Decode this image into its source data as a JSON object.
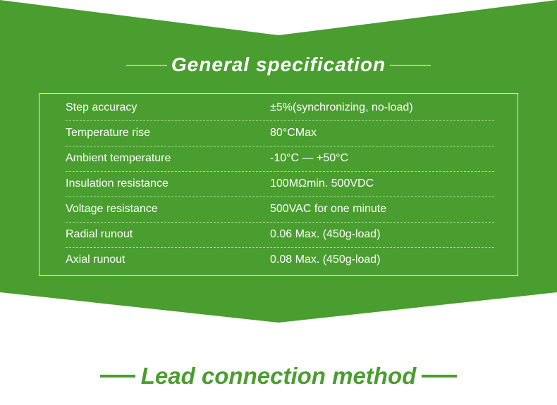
{
  "colors": {
    "brand_green": "#4a9e2f",
    "text_white": "#ffffff"
  },
  "general_specification": {
    "title": "General specification",
    "rows": [
      {
        "label": "Step accuracy",
        "value": "±5%(synchronizing, no-load)"
      },
      {
        "label": "Temperature rise",
        "value": "80°CMax"
      },
      {
        "label": "Ambient temperature",
        "value": "-10°C — +50°C"
      },
      {
        "label": "Insulation resistance",
        "value": "100MΩmin. 500VDC"
      },
      {
        "label": "Voltage resistance",
        "value": "500VAC for one minute"
      },
      {
        "label": "Radial runout",
        "value": "0.06 Max. (450g-load)"
      },
      {
        "label": "Axial runout",
        "value": "0.08 Max. (450g-load)"
      }
    ]
  },
  "lead_connection": {
    "title": "Lead connection method"
  }
}
